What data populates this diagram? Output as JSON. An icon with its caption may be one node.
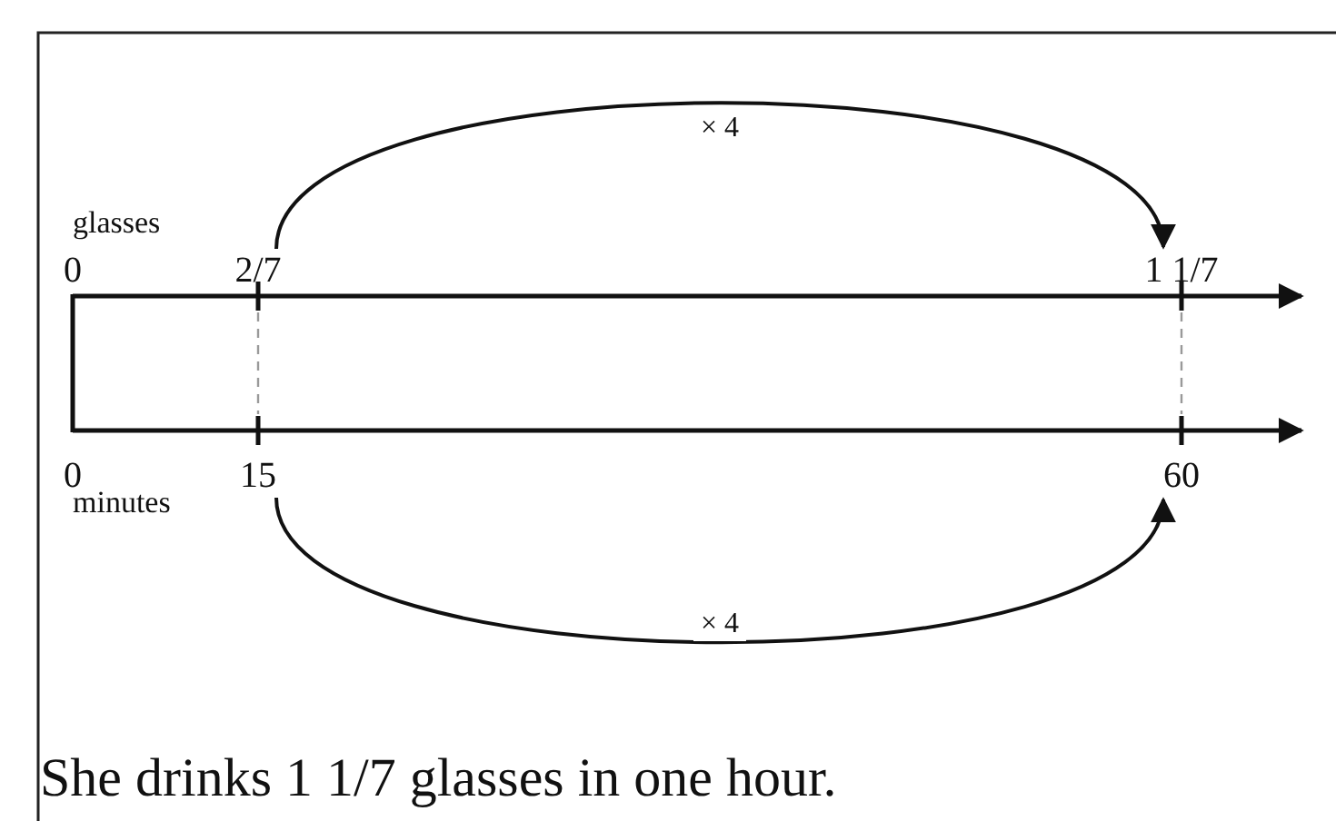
{
  "diagram": {
    "caption": "She drinks 1 1/7 glasses in one hour.",
    "nodes": [
      {
        "text": [
          "2/7"
        ]
      },
      {
        "text": [
          "1 1/7"
        ]
      },
      {
        "text": [
          "15"
        ]
      },
      {
        "text": [
          "60"
        ]
      }
    ],
    "edges": [
      {
        "from": 0,
        "to": 1,
        "arrow": "to",
        "label": "× 4"
      },
      {
        "from": 2,
        "to": 3,
        "arrow": "to",
        "label": "× 4"
      }
    ],
    "labels": [
      "glasses",
      "0",
      "0",
      "minutes"
    ]
  }
}
